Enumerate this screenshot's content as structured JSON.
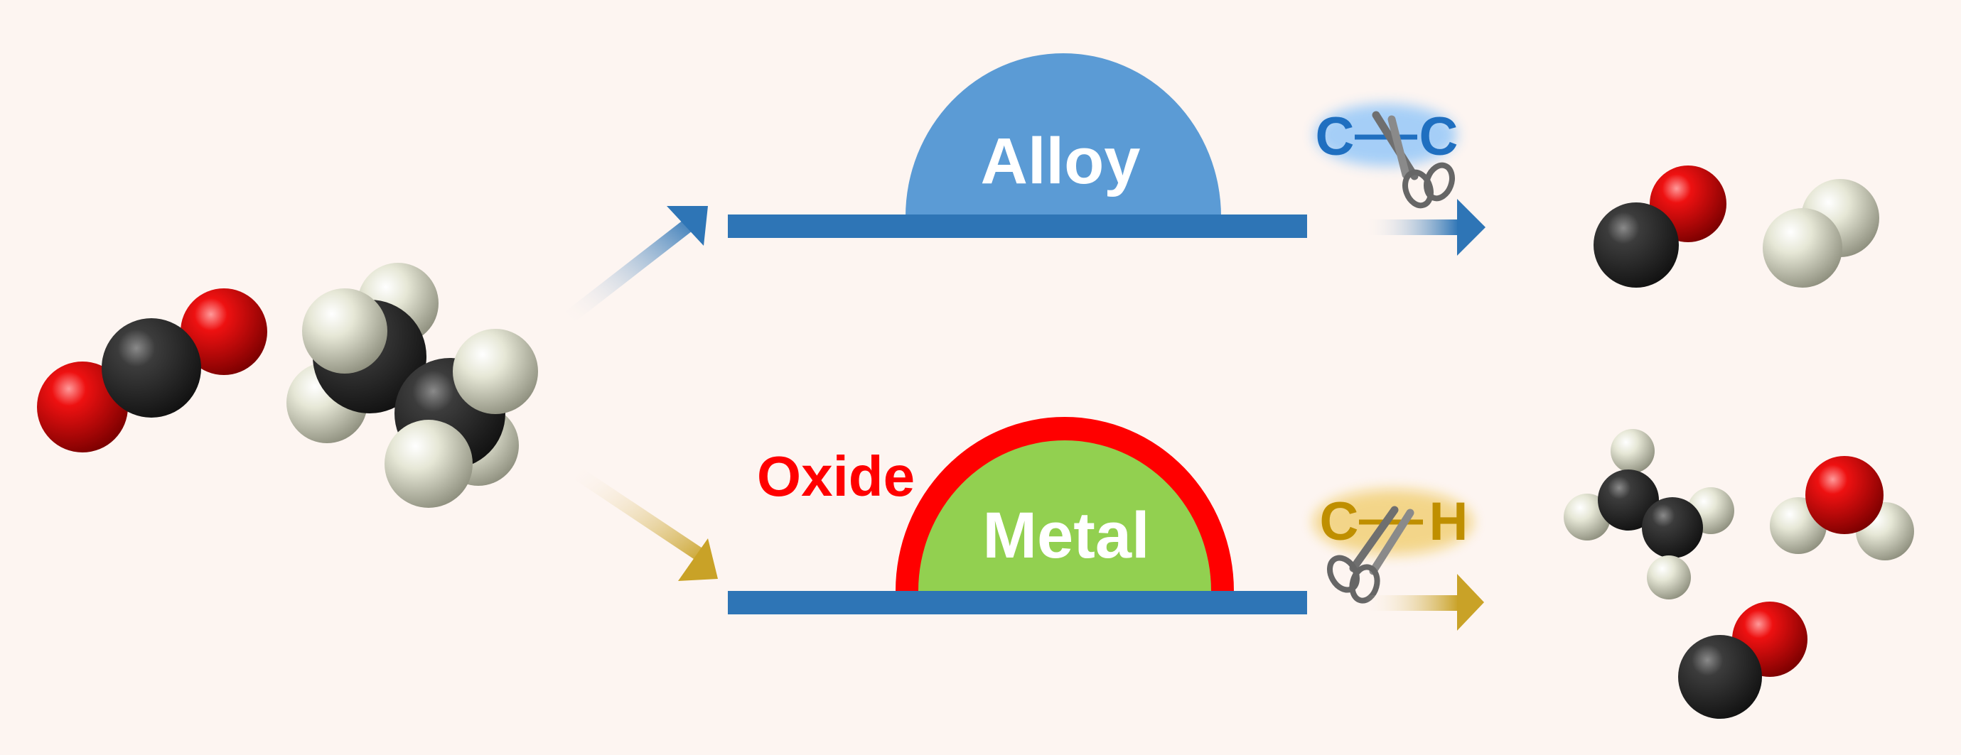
{
  "labels": {
    "alloy": "Alloy",
    "metal": "Metal",
    "oxide": "Oxide",
    "bond_cc_left": "C",
    "bond_cc_right": "C",
    "bond_ch_left": "C",
    "bond_ch_right": "H"
  },
  "colors": {
    "background": "#fdf5f1",
    "support": "#2e75b6",
    "alloy": "#5b9bd5",
    "metal": "#92d050",
    "oxide": "#ff0000",
    "cc_text": "#1f6fc0",
    "ch_text": "#bf8f00",
    "arrow_blue": "#2e75b6",
    "arrow_gold": "#c9a227",
    "carbon": "#2b2b2b",
    "oxygen": "#e00000",
    "hydrogen": "#e9e9dc"
  },
  "molecules": {
    "reactants": [
      "CO2",
      "C2H6"
    ],
    "products_alloy_path": [
      "CO",
      "H2"
    ],
    "products_oxide_path": [
      "C2H4",
      "H2O",
      "CO"
    ]
  },
  "icons": [
    "scissors-icon",
    "scissors-icon"
  ]
}
